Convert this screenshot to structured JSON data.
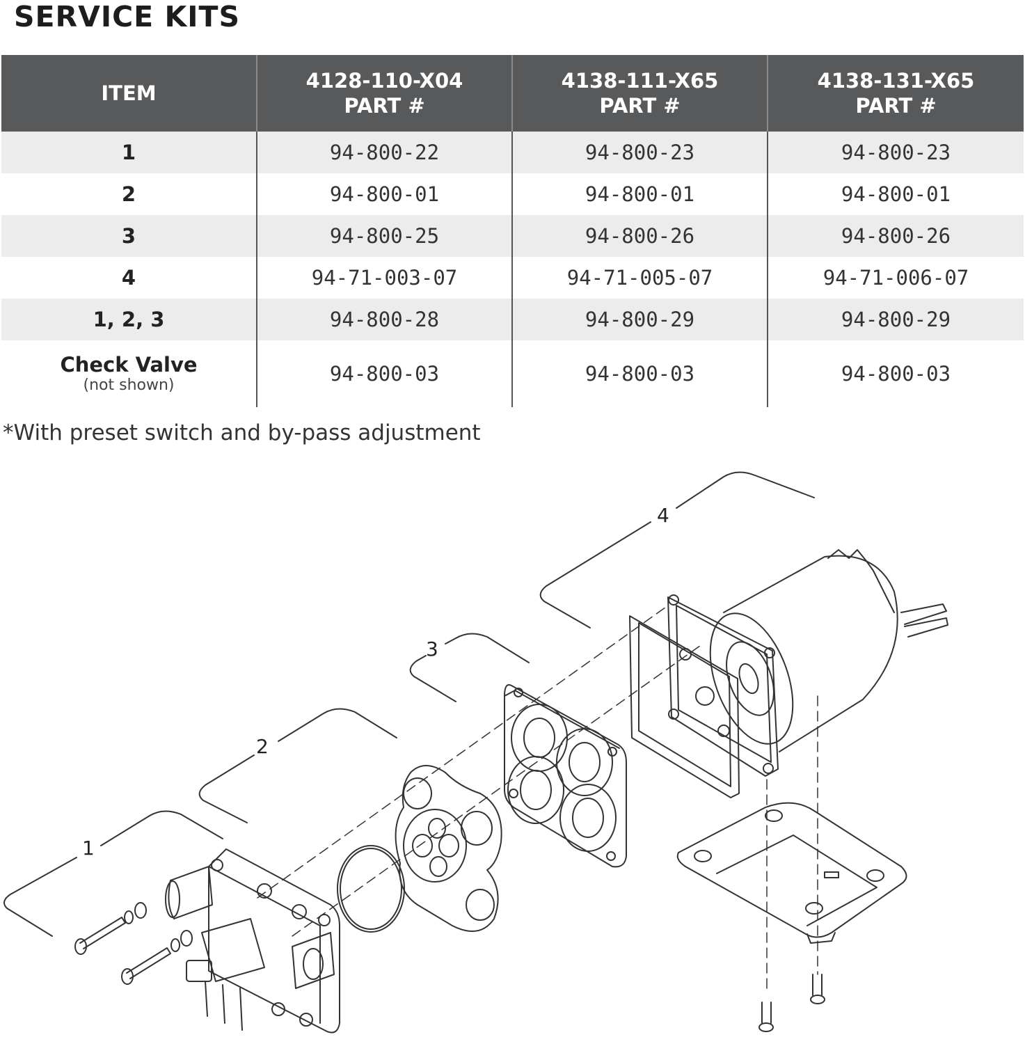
{
  "title": "SERVICE KITS",
  "table": {
    "headers": [
      {
        "line1": "ITEM",
        "line2": ""
      },
      {
        "line1": "4128-110-X04",
        "line2": "PART #"
      },
      {
        "line1": "4138-111-X65",
        "line2": "PART #"
      },
      {
        "line1": "4138-131-X65",
        "line2": "PART #"
      }
    ],
    "rows": [
      {
        "item": "1",
        "sub": "",
        "cells": [
          "94-800-22",
          "94-800-23",
          "94-800-23"
        ]
      },
      {
        "item": "2",
        "sub": "",
        "cells": [
          "94-800-01",
          "94-800-01",
          "94-800-01"
        ]
      },
      {
        "item": "3",
        "sub": "",
        "cells": [
          "94-800-25",
          "94-800-26",
          "94-800-26"
        ]
      },
      {
        "item": "4",
        "sub": "",
        "cells": [
          "94-71-003-07",
          "94-71-005-07",
          "94-71-006-07"
        ]
      },
      {
        "item": "1, 2, 3",
        "sub": "",
        "cells": [
          "94-800-28",
          "94-800-29",
          "94-800-29"
        ]
      },
      {
        "item": "Check Valve",
        "sub": "(not shown)",
        "cells": [
          "94-800-03",
          "94-800-03",
          "94-800-03"
        ]
      }
    ]
  },
  "footnote": "*With preset switch and by-pass adjustment",
  "diagram": {
    "callouts": [
      "1",
      "2",
      "3",
      "4"
    ]
  }
}
